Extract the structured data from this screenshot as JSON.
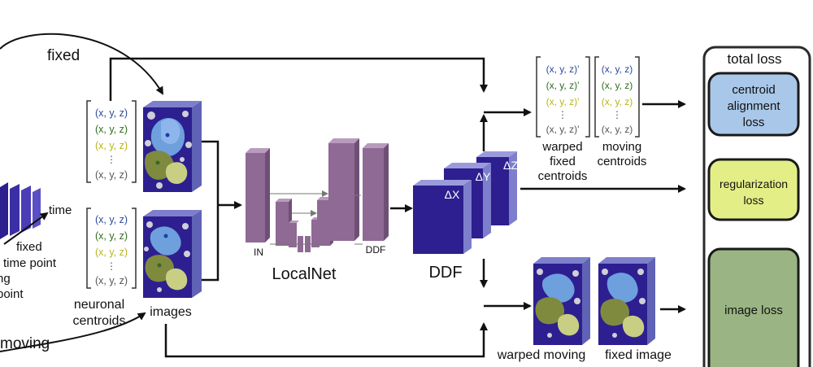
{
  "labels": {
    "fixed": "fixed",
    "moving": "moving",
    "time": "time",
    "fixed_time_point_1": "fixed",
    "fixed_time_point_2": "time point",
    "moving_time_point_1": "ng",
    "moving_time_point_2": "point",
    "neuronal_centroids_1": "neuronal",
    "neuronal_centroids_2": "centroids",
    "images": "images",
    "in": "IN",
    "ddf_small": "DDF",
    "localnet": "LocalNet",
    "ddf": "DDF",
    "delta_x": "ΔX",
    "delta_y": "ΔY",
    "delta_z": "ΔZ",
    "warped_fixed_centroids_1": "warped",
    "warped_fixed_centroids_2": "fixed",
    "warped_fixed_centroids_3": "centroids",
    "moving_centroids_1": "moving",
    "moving_centroids_2": "centroids",
    "warped_moving": "warped moving",
    "fixed_image": "fixed image"
  },
  "centroid_lists": {
    "fixed_neuronal": [
      "(x, y, z)",
      "(x, y, z)",
      "(x, y, z)",
      "⋮",
      "(x, y, z)"
    ],
    "moving_neuronal": [
      "(x, y, z)",
      "(x, y, z)",
      "(x, y, z)",
      "⋮",
      "(x, y, z)"
    ],
    "warped_fixed": [
      "(x, y, z)'",
      "(x, y, z)'",
      "(x, y, z)'",
      "⋮",
      "(x, y, z)'"
    ],
    "moving": [
      "(x, y, z)",
      "(x, y, z)",
      "(x, y, z)",
      "⋮",
      "(x, y, z)"
    ]
  },
  "loss_panel": {
    "title": "total loss",
    "centroid_1": "centroid",
    "centroid_2": "alignment",
    "centroid_3": "loss",
    "reg_1": "regularization",
    "reg_2": "loss",
    "image": "image loss"
  },
  "colors": {
    "row1": "#2b4a9a",
    "row2": "#2e6e1e",
    "row3": "#b9b41a",
    "row4": "#555555",
    "volume": "#2d1f8f",
    "volume_side": "#7d7fcc",
    "net": "#8f6a95",
    "centroid_loss": "#a9c7e8",
    "reg_loss": "#e3ef86",
    "image_loss": "#9ab583"
  }
}
